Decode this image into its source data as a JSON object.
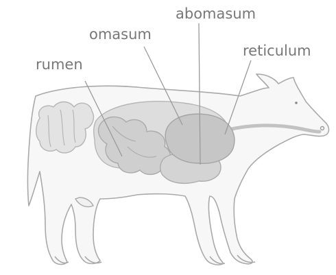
{
  "labels": {
    "rumen": "rumen",
    "omasum": "omasum",
    "abomasum": "abomasum",
    "reticulum": "reticulum"
  },
  "colors": {
    "outline": "#a9a9a9",
    "body_fill": "#f7f7f7",
    "organ_fill": "#d9d9d9",
    "organ_dark": "#c6c6c6",
    "label_text": "#777777"
  }
}
